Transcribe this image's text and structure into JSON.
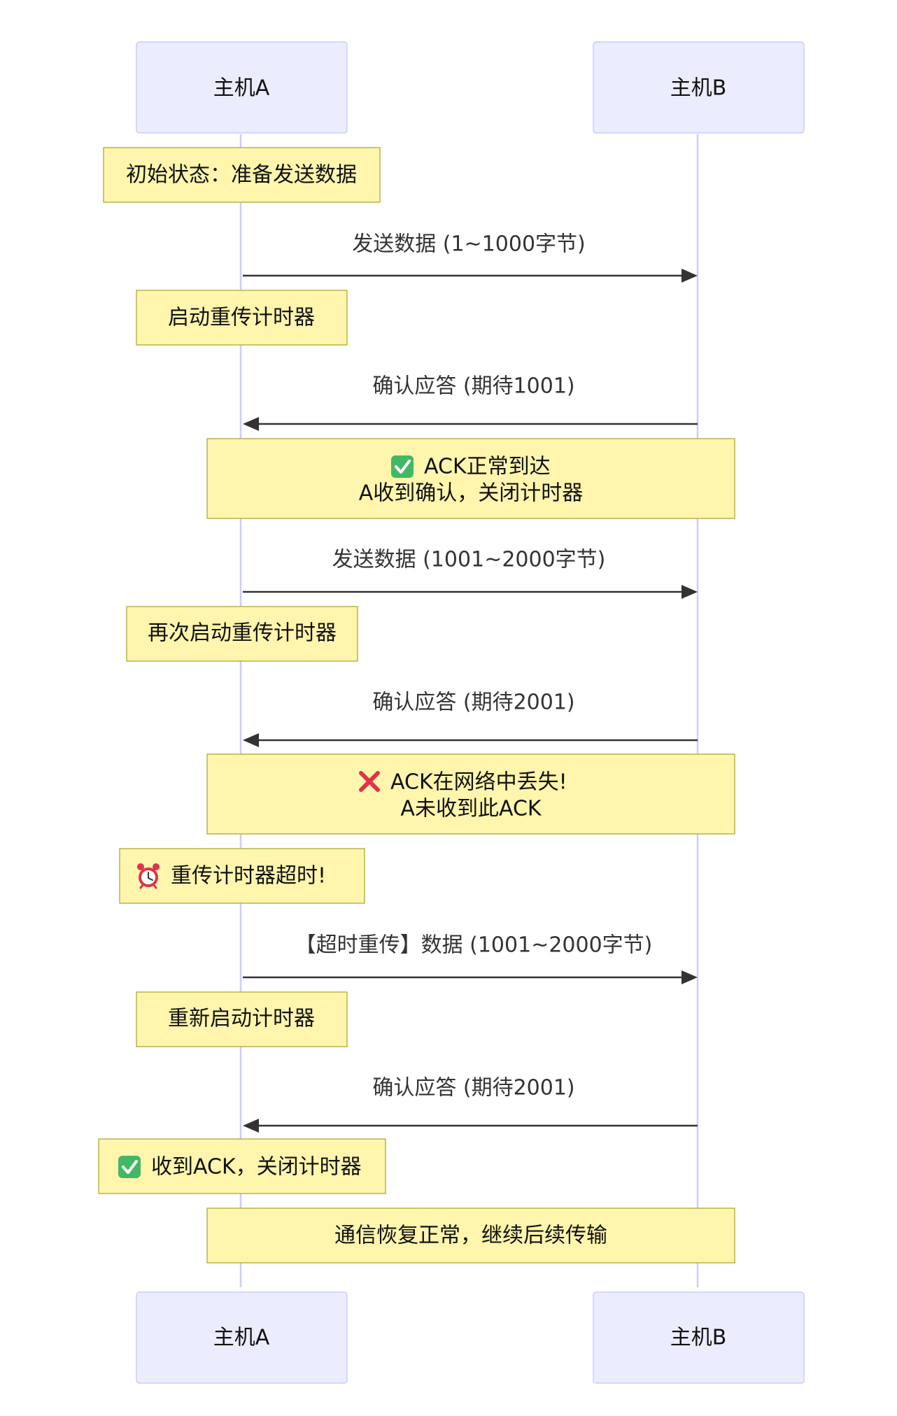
{
  "actors": {
    "a": "主机A",
    "b": "主机B"
  },
  "messages": {
    "m1": "发送数据 (1~1000字节)",
    "m2": "确认应答 (期待1001)",
    "m3": "发送数据 (1001~2000字节)",
    "m4": "确认应答 (期待2001)",
    "m5": "【超时重传】数据 (1001~2000字节)",
    "m6": "确认应答 (期待2001)"
  },
  "notes": {
    "n1": "初始状态：准备发送数据",
    "n2": "启动重传计时器",
    "n3a": "ACK正常到达",
    "n3b": "A收到确认，关闭计时器",
    "n4": "再次启动重传计时器",
    "n5a": "ACK在网络中丢失!",
    "n5b": "A未收到此ACK",
    "n6": "重传计时器超时!",
    "n7": "重新启动计时器",
    "n8": "收到ACK，关闭计时器",
    "n9": "通信恢复正常，继续后续传输"
  },
  "icons": {
    "check": "check-mark-icon",
    "cross": "cross-mark-icon",
    "alarm": "alarm-clock-icon"
  },
  "colors": {
    "actor_fill": "#ECECFF",
    "actor_stroke": "#CCCCFF",
    "note_fill": "#FFF5AD",
    "note_stroke": "#AAAA33",
    "check_green": "#43B864",
    "cross_red": "#E0334A"
  }
}
